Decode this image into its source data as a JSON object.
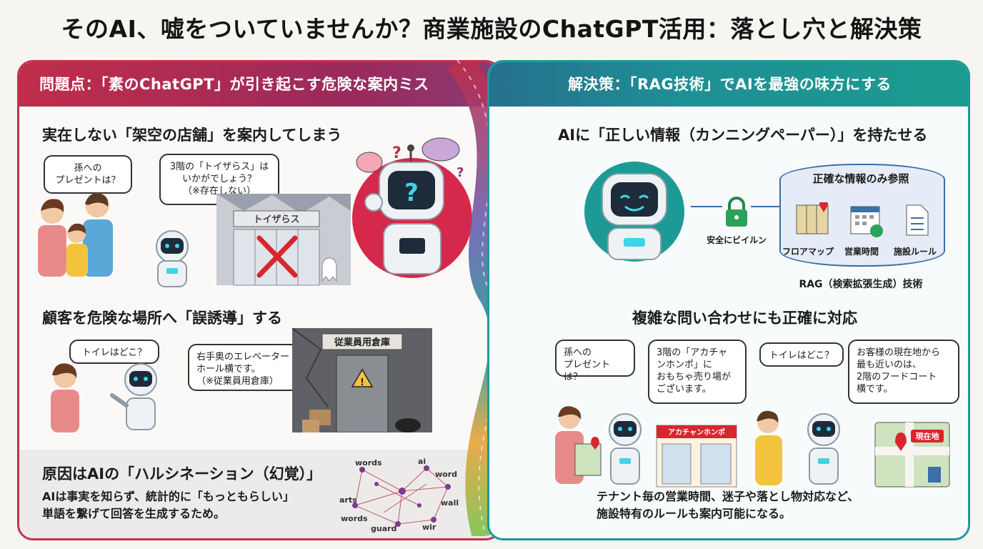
{
  "title": "そのAI、嘘をついていませんか？商業施設のChatGPT活用：落とし穴と解決策",
  "left": {
    "header": "問題点：「素のChatGPT」が引き起こす危険な案内ミス",
    "section1": {
      "title": "実在しない「架空の店舗」を案内してしまう",
      "bubble_customer": "孫への\nプレゼントは？",
      "bubble_robot": "3階の「トイザらス」は\nいかがでしょう？\n（※存在しない）",
      "store_sign": "トイザらス"
    },
    "section2": {
      "title": "顧客を危険な場所へ「誤誘導」する",
      "bubble_customer": "トイレはどこ？",
      "bubble_robot": "右手奥のエレベーター\nホール横です。\n（※従業員用倉庫）",
      "door_sign": "従業員用倉庫"
    },
    "section3": {
      "title": "原因はAIの「ハルシネーション（幻覚）」",
      "description": "AIは事実を知らず、統計的に「もっともらしい」\n単語を繋げて回答を生成するため。",
      "network_words": [
        "words",
        "ai",
        "word",
        "arts",
        "wall",
        "words",
        "guard",
        "wir"
      ]
    }
  },
  "right": {
    "header": "解決策：「RAG技術」でAIを最強の味方にする",
    "section1": {
      "title": "AIに「正しい情報（カンニングペーパー）」を持たせる",
      "lock_label": "安全にビイルン",
      "db_title": "正確な情報のみ参照",
      "items": [
        "フロアマップ",
        "営業時間",
        "施設ルール"
      ],
      "rag_label": "RAG（検索拡張生成）技術"
    },
    "section2": {
      "title": "複雑な問い合わせにも正確に対応",
      "bubble1": "孫への\nプレゼントは？",
      "bubble2": "3階の「アカチャ\nンホンポ」に\nおもちゃ売り場が\nございます。",
      "bubble3": "トイレはどこ？",
      "bubble4": "お客様の現在地から\n最も近いのは、\n2階のフードコート\n横です。",
      "shop_sign": "アカチャンホンポ",
      "map_label": "現在地",
      "description": "テナント毎の営業時間、迷子や落とし物対応など、\n施設特有のルールも案内可能になる。"
    }
  },
  "colors": {
    "problem": "#c02d4a",
    "solution": "#1e9a96"
  }
}
